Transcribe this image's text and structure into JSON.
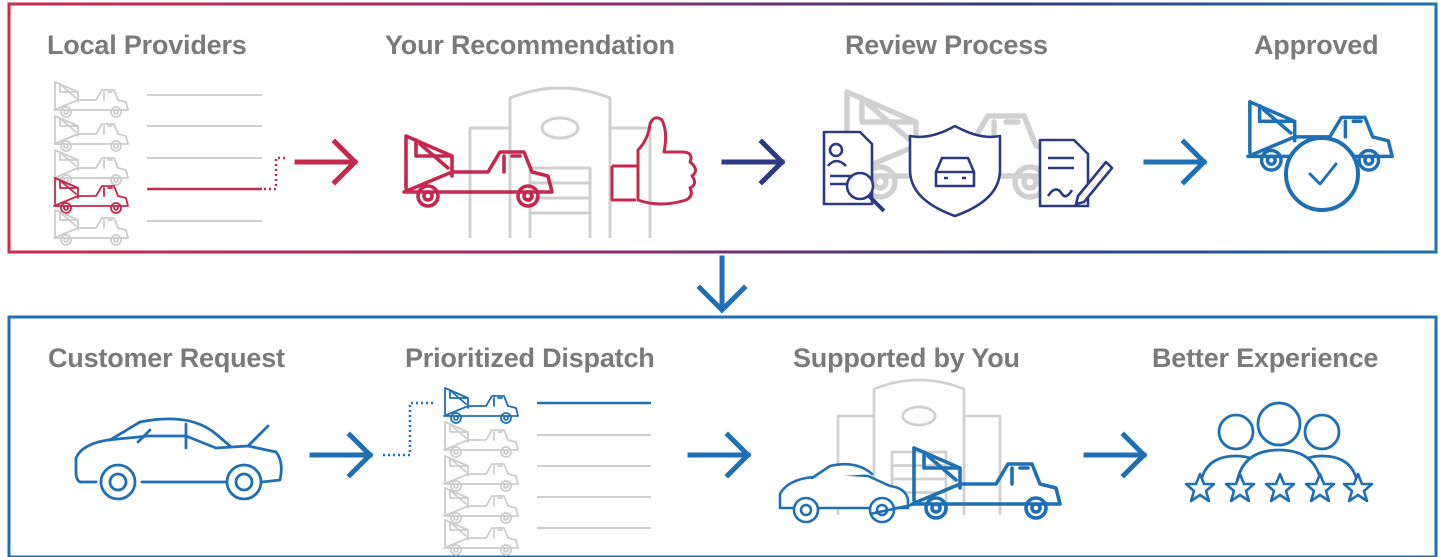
{
  "top_row": {
    "steps": [
      {
        "title": "Local Providers"
      },
      {
        "title": "Your Recommendation"
      },
      {
        "title": "Review Process"
      },
      {
        "title": "Approved"
      }
    ]
  },
  "bottom_row": {
    "steps": [
      {
        "title": "Customer Request"
      },
      {
        "title": "Prioritized Dispatch"
      },
      {
        "title": "Supported by You"
      },
      {
        "title": "Better Experience"
      }
    ]
  },
  "colors": {
    "red": "#c4284f",
    "navy": "#2b3a83",
    "blue": "#1f6fb5",
    "gray": "#c9c9c9",
    "text": "#7a7a7c"
  }
}
